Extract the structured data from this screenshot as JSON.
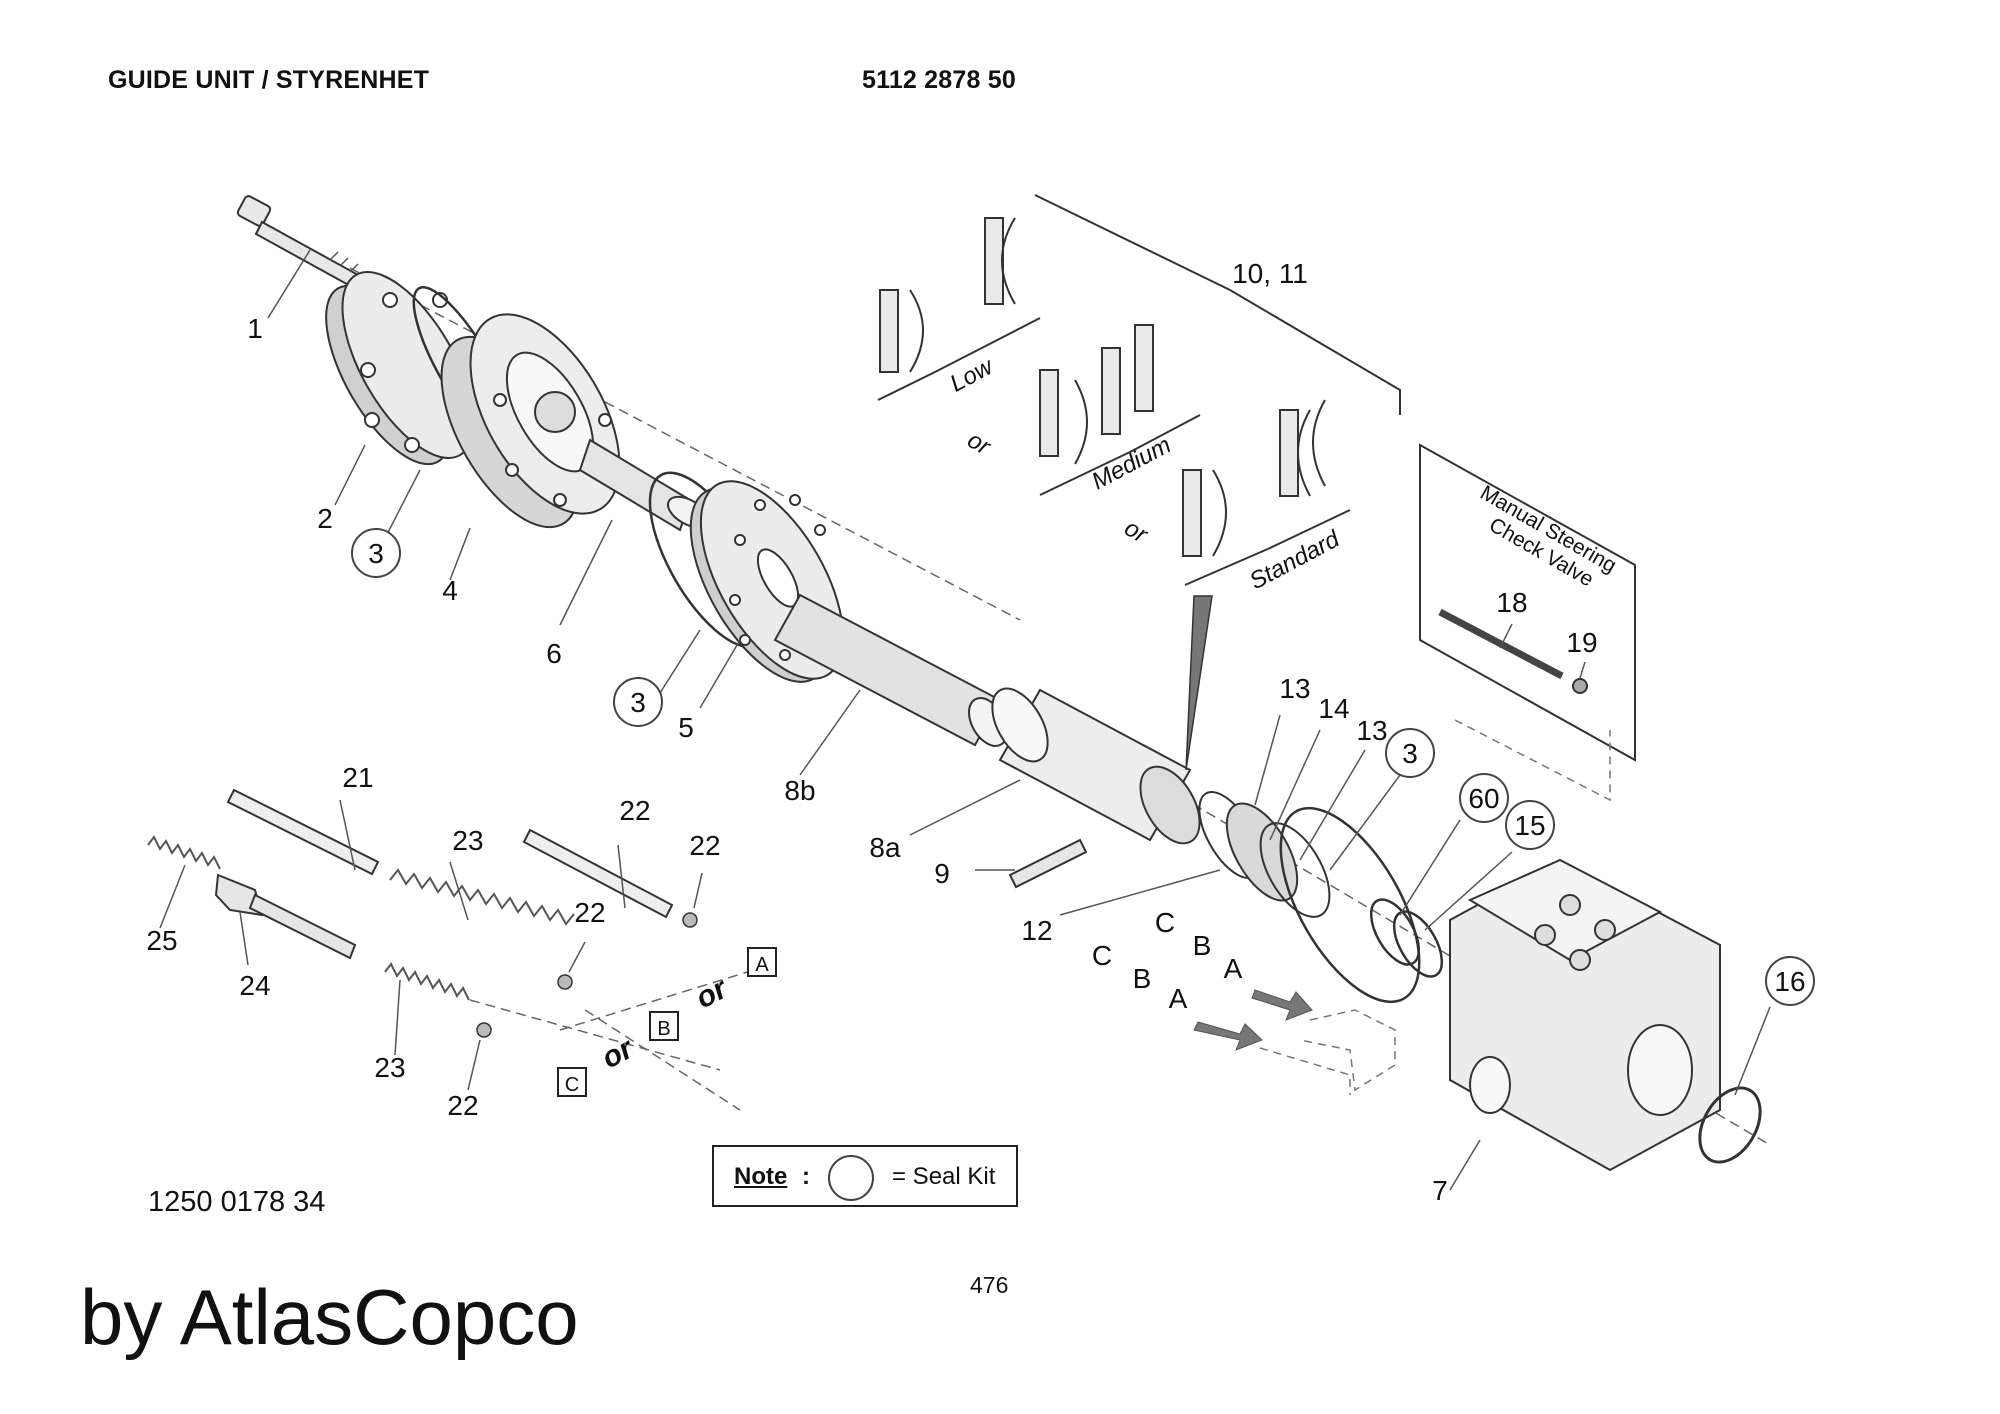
{
  "header": {
    "title": "GUIDE UNIT / STYRENHET",
    "part_number": "5112 2878 50"
  },
  "drawing_number": "1250 0178 34",
  "page_number": "476",
  "watermark": "by AtlasCopco",
  "note": {
    "label": "Note",
    "text": "= Seal Kit"
  },
  "check_valve_box": {
    "title_line1": "Manual Steering",
    "title_line2": "Check Valve"
  },
  "variants": {
    "low": "Low",
    "medium": "Medium",
    "standard": "Standard",
    "or": "or"
  },
  "options": {
    "a": "A",
    "b": "B",
    "c": "C"
  },
  "callouts": {
    "c1": "1",
    "c2": "2",
    "c3a": "3",
    "c4": "4",
    "c6": "6",
    "c3b": "3",
    "c5": "5",
    "c8b": "8b",
    "c8a": "8a",
    "c9": "9",
    "c12": "12",
    "c1011": "10, 11",
    "c13a": "13",
    "c14": "14",
    "c13b": "13",
    "c3c": "3",
    "c60": "60",
    "c15": "15",
    "c16": "16",
    "c7": "7",
    "c18": "18",
    "c19": "19",
    "c21": "21",
    "c23a": "23",
    "c25": "25",
    "c24": "24",
    "c23b": "23",
    "c22a": "22",
    "c22b": "22",
    "c22c": "22",
    "c22d": "22"
  }
}
